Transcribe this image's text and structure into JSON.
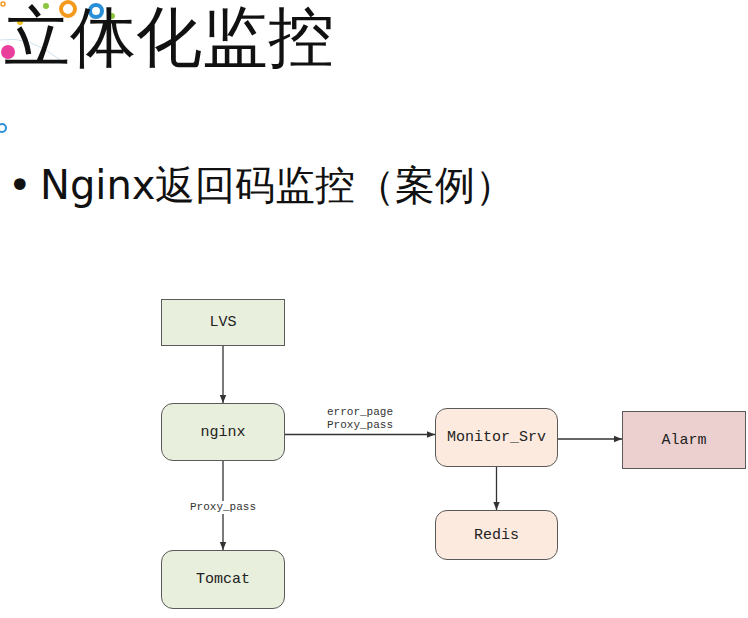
{
  "diagram": {
    "title": "立体化监控",
    "nodes": [
      {
        "text": [
          "LVS"
        ]
      },
      {
        "text": [
          "nginx"
        ]
      },
      {
        "text": [
          "Monitor_Srv"
        ]
      },
      {
        "text": [
          "Alarm"
        ]
      },
      {
        "text": [
          "Redis"
        ]
      },
      {
        "text": [
          "Tomcat"
        ]
      }
    ],
    "edges": [
      {
        "from": 0,
        "to": 1,
        "arrow": "to"
      },
      {
        "from": 1,
        "to": 2,
        "label": "error_page Proxy_pass",
        "arrow": "to"
      },
      {
        "from": 1,
        "to": 5,
        "label": "Proxy_pass",
        "arrow": "to"
      },
      {
        "from": 2,
        "to": 3,
        "arrow": "to"
      },
      {
        "from": 2,
        "to": 4,
        "arrow": "to"
      }
    ],
    "labels": [
      "•",
      "Nginx返回码监控（案例）"
    ]
  }
}
